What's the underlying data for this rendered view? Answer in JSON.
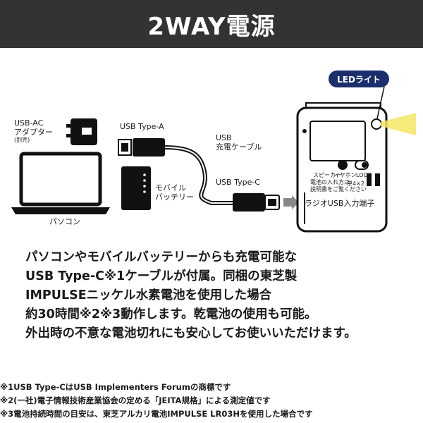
{
  "title": "2WAY電源",
  "diagram": {
    "usb_ac_adapter": "USB-AC\nアダプター",
    "sold_separately": "(別売)",
    "pc": "パソコン",
    "usb_type_a": "USB Type-A",
    "usb_cable": "USB\n充電ケーブル",
    "mobile_battery": "モバイル\nバッテリー",
    "usb_type_c": "USB Type-C",
    "radio_usb_port": "ラジオUSB入力端子",
    "led_light": "LEDライト",
    "speaker": "スピーカー",
    "earphone": "イヤホン",
    "lock": "LOCK",
    "battery_count": "単4×2",
    "device_note": "電池の入れ方は\n説明書をご覧ください"
  },
  "description": [
    "パソコンやモバイルバッテリーからも充電可能な",
    "USB Type-C※1ケーブルが付属。同梱の東芝製",
    "IMPULSEニッケル水素電池を使用した場合",
    "約30時間※2※3動作します。乾電池の使用も可能。",
    "外出時の不意な電池切れにも安心してお使いいただけます。"
  ],
  "notes": [
    "※1USB Type-CはUSB Implementers Forumの商標です",
    "※2(一社)電子情報技術産業協会の定める「JEITA規格」による測定値です",
    "※3電池持続時間の目安は、東芝アルカリ電池IMPULSE LR03Hを使用した場合です"
  ],
  "colors": {
    "title_bar": "#333333",
    "led_badge": "#1a2f6b",
    "led_glow": "#f5e663"
  }
}
